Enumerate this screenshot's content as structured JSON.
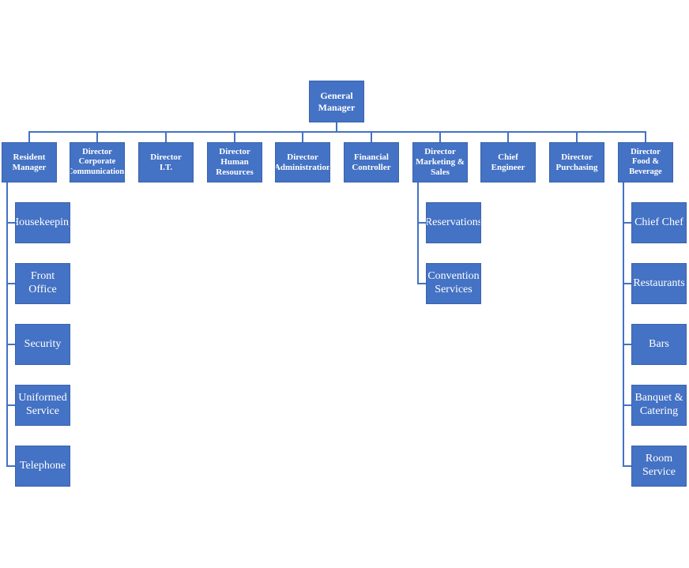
{
  "org": {
    "general_manager": "General\nManager",
    "directors": [
      "Resident\nManager",
      "Director\nCorporate\nCommunications",
      "Director\nI.T.",
      "Director\nHuman\nResources",
      "Director\nAdministration",
      "Financial\nController",
      "Director\nMarketing &\nSales",
      "Chief Engineer",
      "Director\nPurchasing",
      "Director\nFood & Beverage"
    ],
    "resident_manager_units": [
      "Housekeeping",
      "Front Office",
      "Security",
      "Uniformed\nService",
      "Telephone"
    ],
    "marketing_units": [
      "Reservations",
      "Convention\nServices"
    ],
    "food_beverage_units": [
      "Chief Chef",
      "Restaurants",
      "Bars",
      "Banquet &\nCatering",
      "Room Service"
    ]
  },
  "colors": {
    "box_fill": "#4472c4",
    "connector": "#4472c4",
    "text": "#ffffff"
  }
}
